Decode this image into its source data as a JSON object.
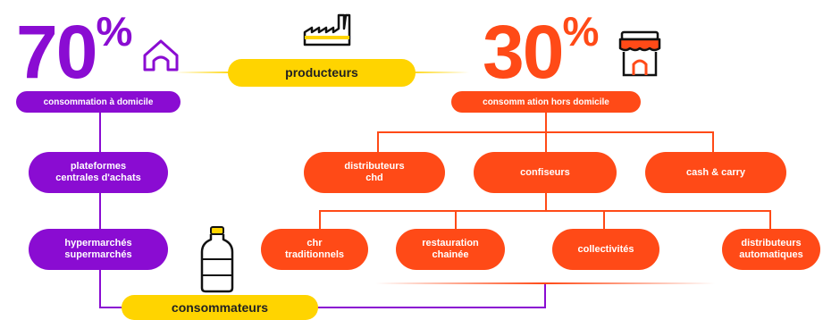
{
  "colors": {
    "purple": "#8a0cd2",
    "orange": "#ff4a17",
    "yellow": "#ffd400"
  },
  "left": {
    "percent_num": "70",
    "percent_sym": "%",
    "icon": "house-icon",
    "header": "consommation à domicile",
    "nodes": [
      "plateformes\ncentrales d'achats",
      "hypermarchés\nsupermarchés"
    ]
  },
  "right": {
    "percent_num": "30",
    "percent_sym": "%",
    "icon": "store-icon",
    "header": "consomm  ation hors domicile",
    "row1": [
      "distributeurs\nchd",
      "confiseurs",
      "cash & carry"
    ],
    "row2": [
      "chr\ntraditionnels",
      "restauration\nchainée",
      "collectivités",
      "distributeurs\nautomatiques"
    ]
  },
  "center": {
    "top_icon": "factory-icon",
    "producers": "producteurs",
    "bottom_icon": "bottle-icon",
    "consumers": "consommateurs"
  }
}
